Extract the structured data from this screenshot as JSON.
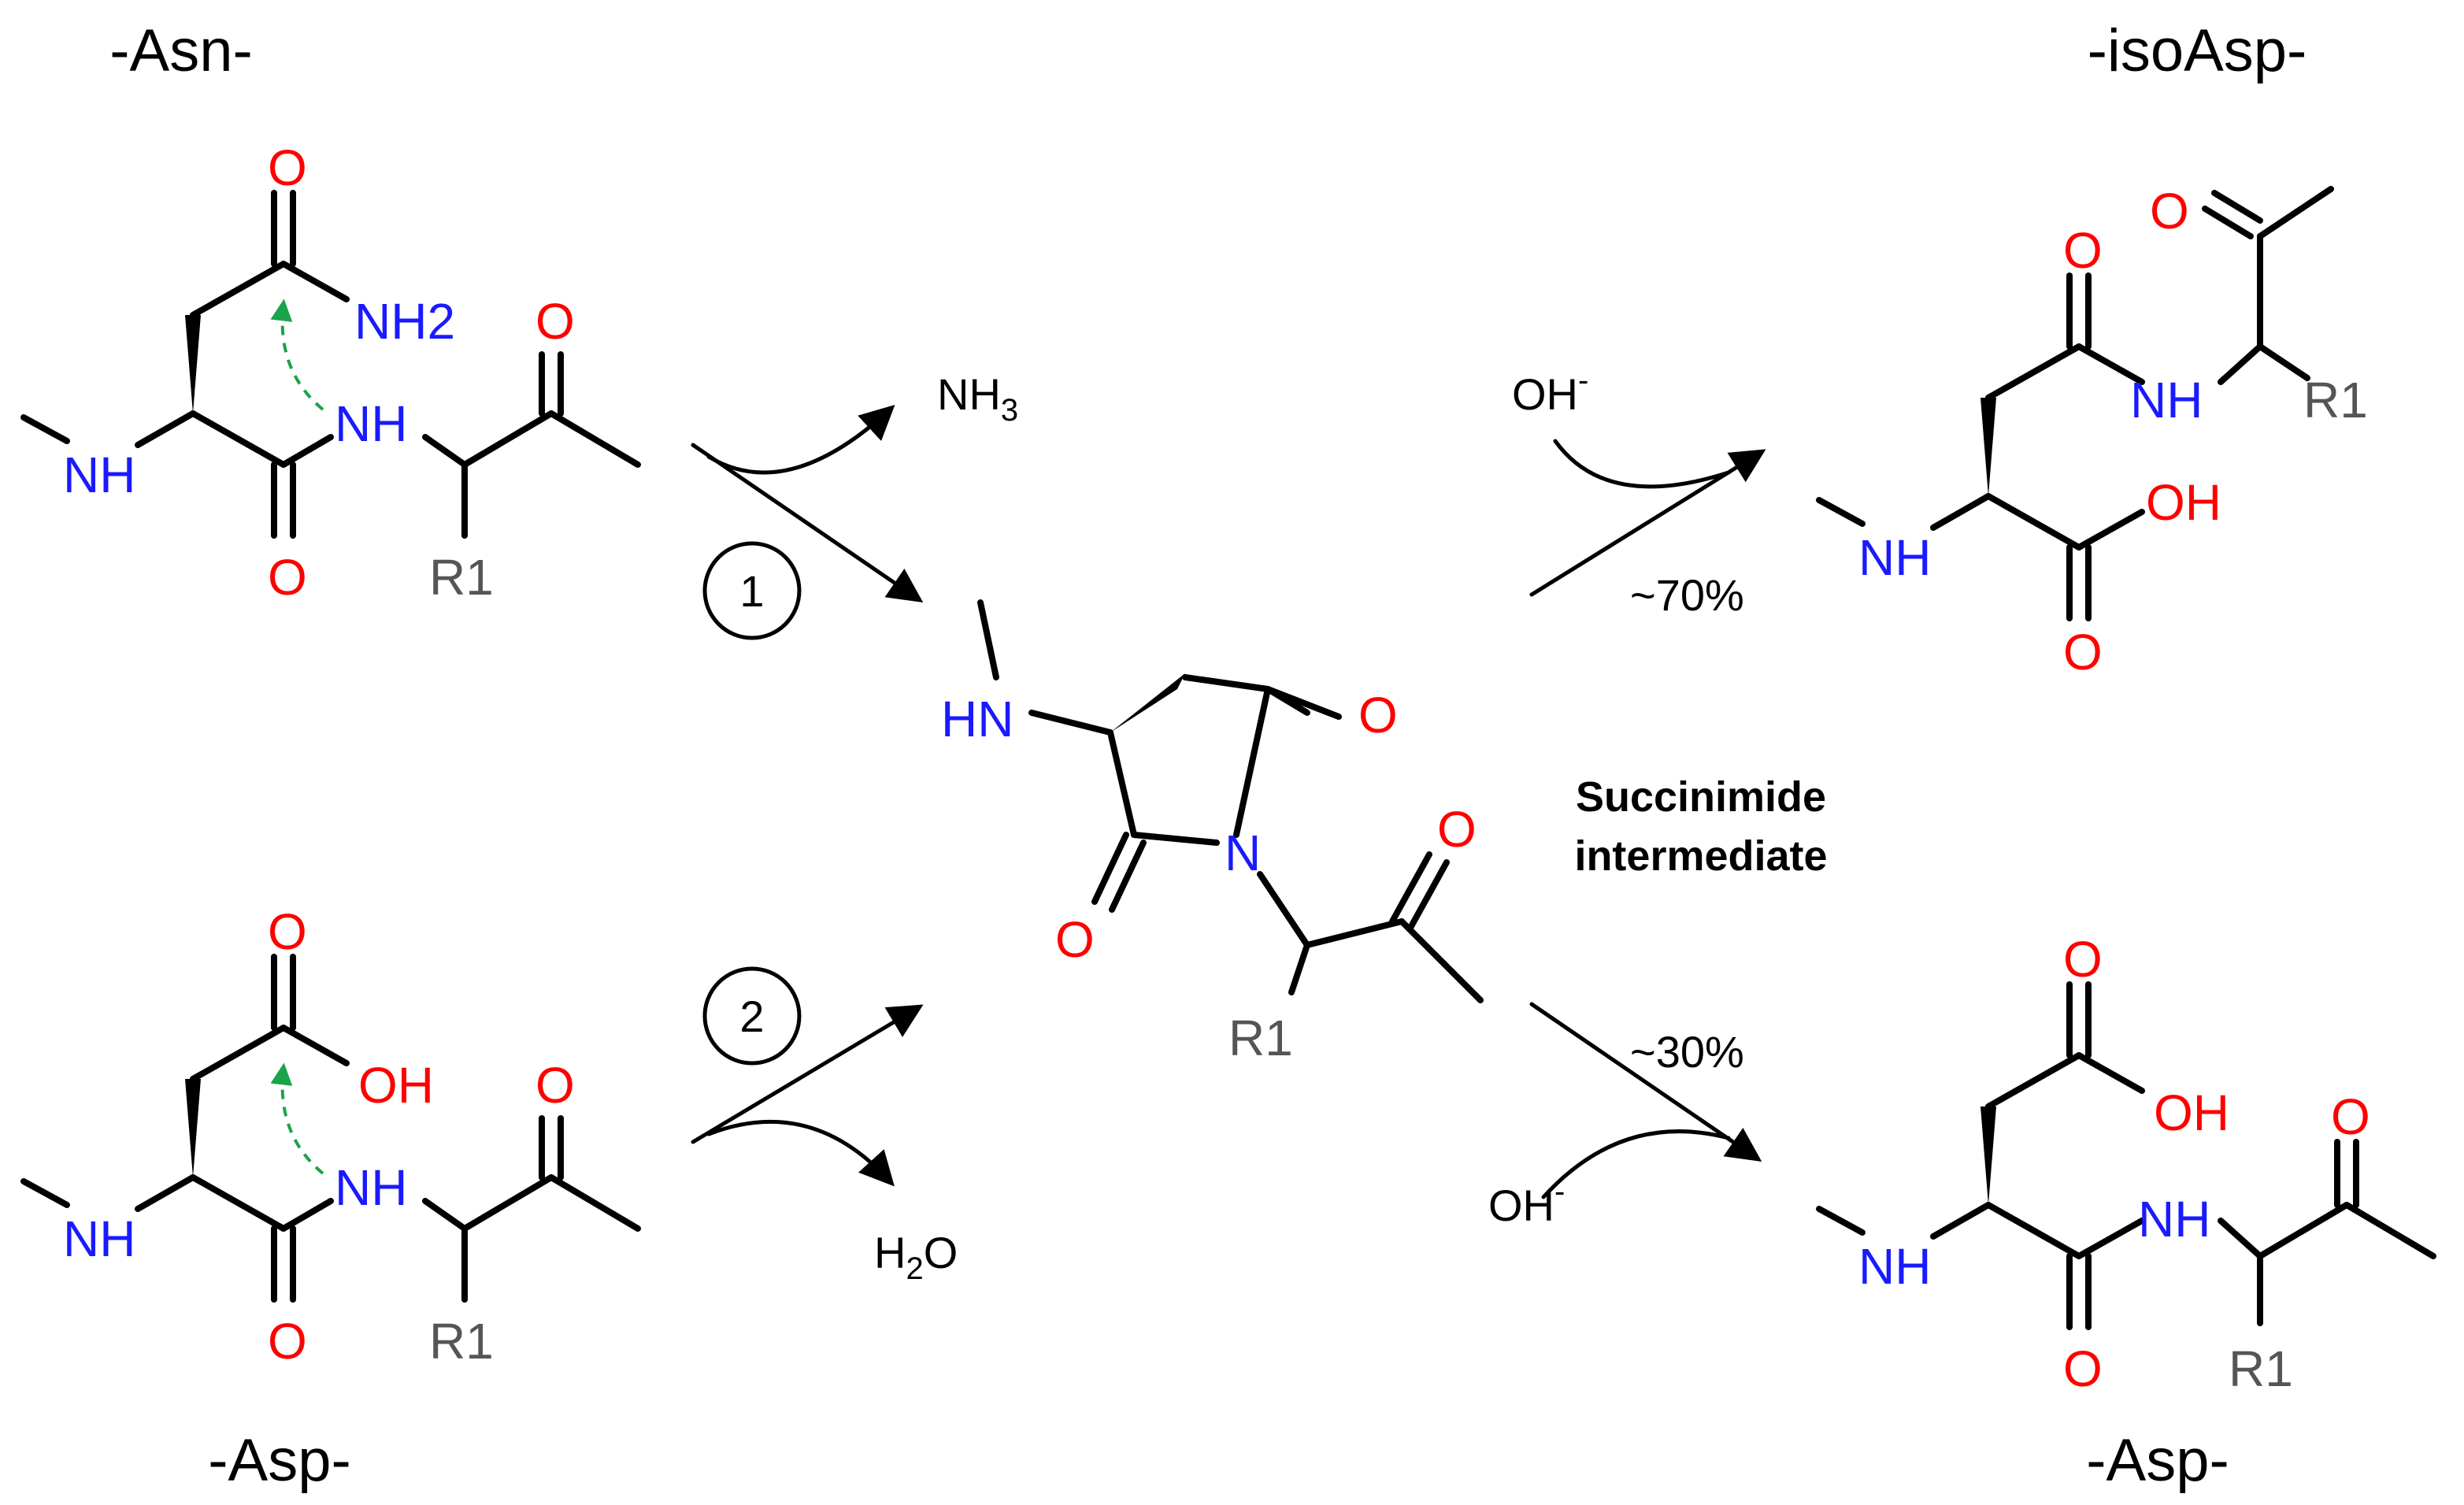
{
  "labels": {
    "asn": "-Asn-",
    "asp_left": "-Asp-",
    "isoasp": "-isoAsp-",
    "asp_right": "-Asp-"
  },
  "atoms": {
    "O": "O",
    "NH": "NH",
    "HN": "HN",
    "N": "N",
    "NH2": "NH2",
    "OH": "OH",
    "R1": "R1"
  },
  "reagents": {
    "nh3": "NH",
    "nh3_sub": "3",
    "h2o_a": "H",
    "h2o_sub": "2",
    "h2o_b": "O",
    "oh": "OH",
    "oh_sup": "-"
  },
  "steps": {
    "one": "1",
    "two": "2"
  },
  "yields": {
    "iso": "~70%",
    "asp": "~30%"
  },
  "intermediate": {
    "line1": "Succinimide",
    "line2": "intermediate"
  },
  "colors": {
    "oxygen": "#ff0000",
    "nitrogen": "#1a1aff",
    "r_group": "#555555",
    "arrow_dashed": "#1aa34a"
  }
}
